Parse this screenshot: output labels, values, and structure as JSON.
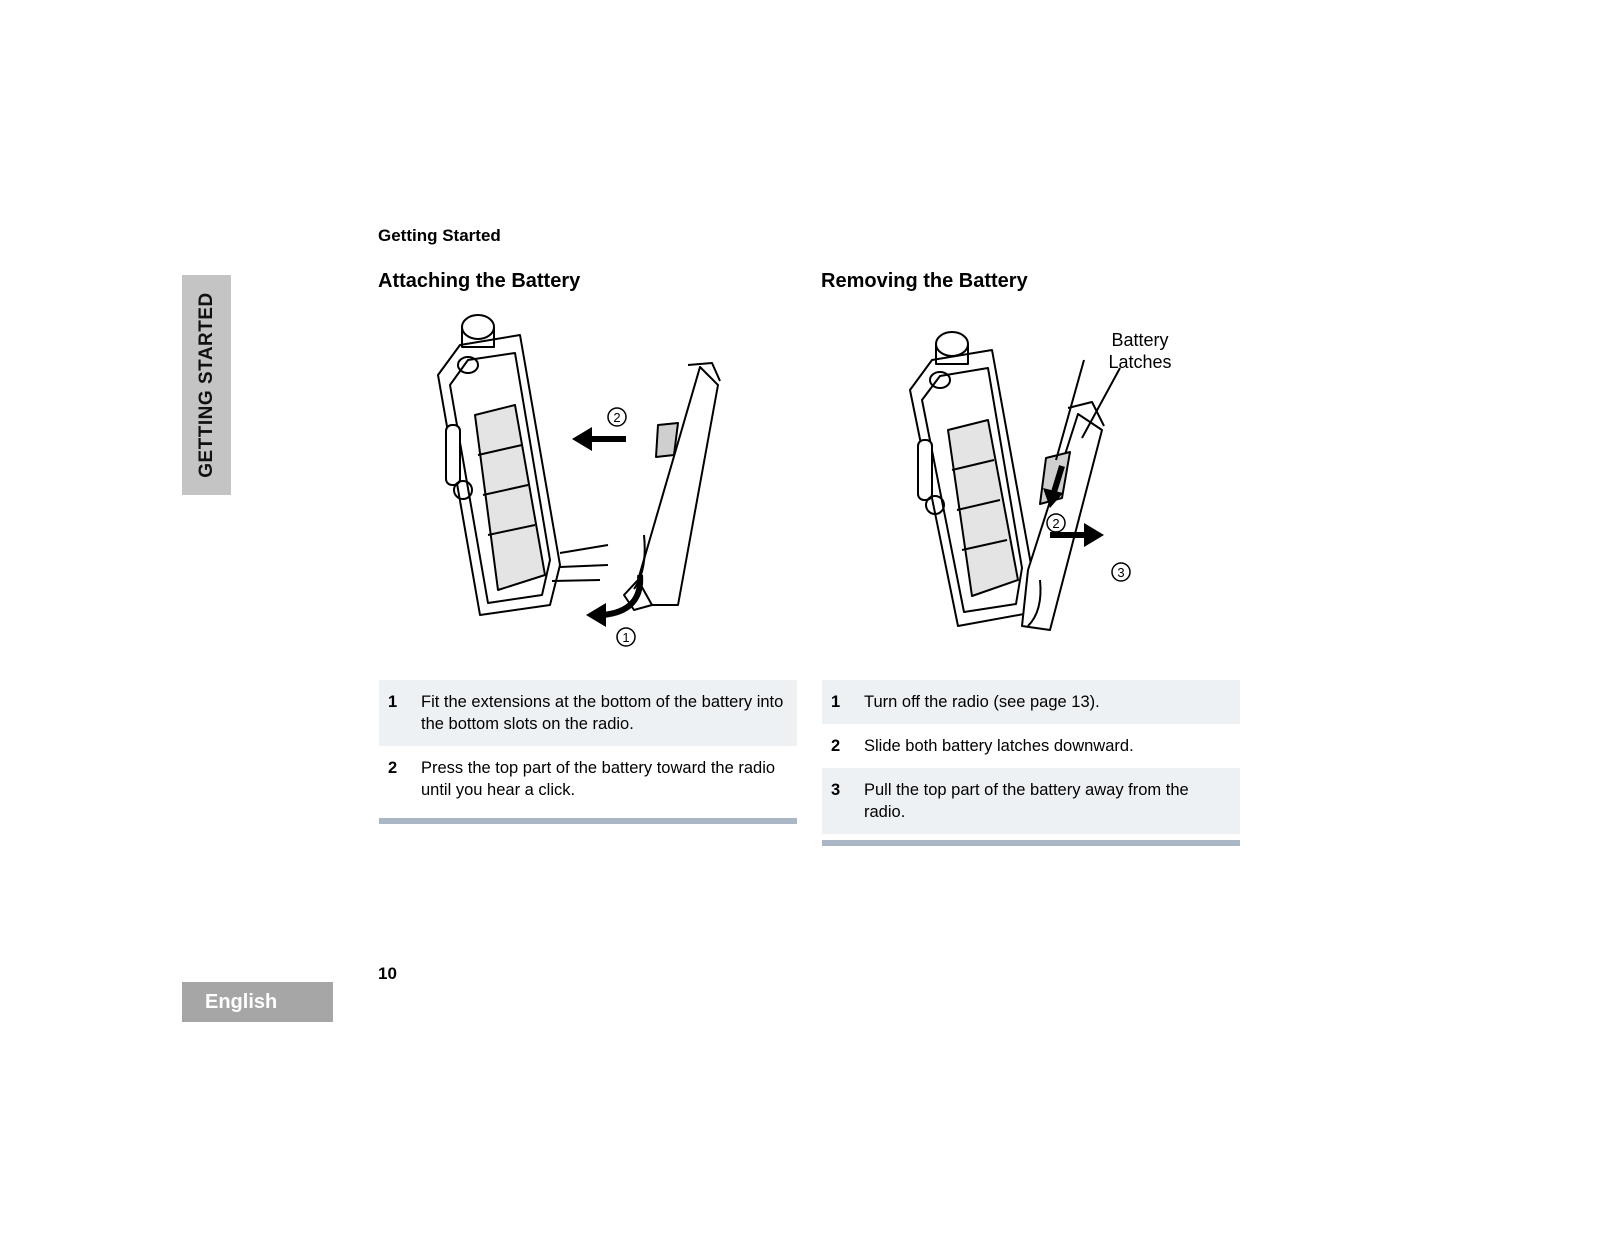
{
  "side_tab": "GETTING STARTED",
  "running_head": "Getting Started",
  "page_number": "10",
  "language_tab": "English",
  "attach": {
    "title": "Attaching the Battery",
    "callouts": [
      "1",
      "2"
    ],
    "steps": [
      {
        "num": "1",
        "text": "Fit the extensions at the bottom of the battery into the bottom slots on the radio."
      },
      {
        "num": "2",
        "text": "Press the top part of the battery toward the radio until you hear a click."
      }
    ]
  },
  "remove": {
    "title": "Removing the Battery",
    "latch_label": [
      "Battery",
      "Latches"
    ],
    "callouts": [
      "2",
      "3"
    ],
    "steps": [
      {
        "num": "1",
        "text": "Turn off the radio (see page 13)."
      },
      {
        "num": "2",
        "text": "Slide both battery latches downward."
      },
      {
        "num": "3",
        "text": "Pull the top part of the battery away from the radio."
      }
    ]
  }
}
